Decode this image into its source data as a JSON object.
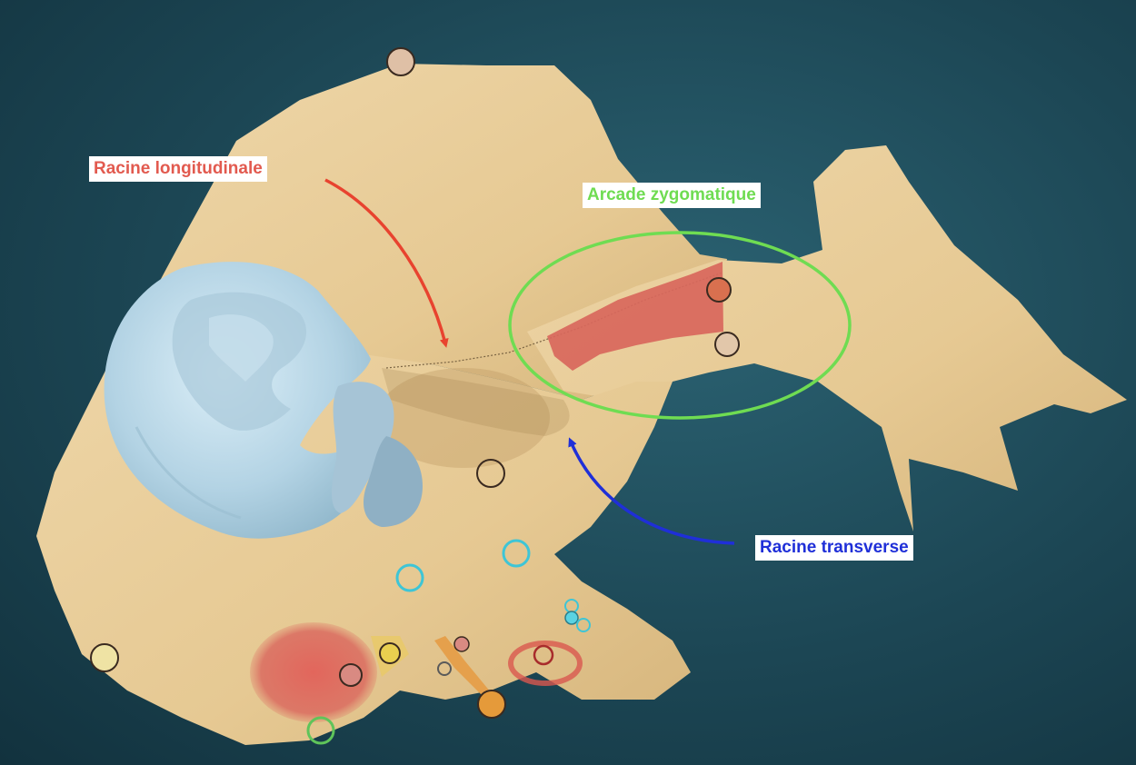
{
  "labels": {
    "longitudinal_root": "Racine longitudinale",
    "zygomatic_arch": "Arcade zygomatique",
    "transverse_root": "Racine transverse"
  },
  "colors": {
    "background": "#1c4654",
    "bone": "#ead1a0",
    "ear": "#b9d7e6",
    "muscle_highlight": "#d8675c",
    "longitudinal_root": "#e25a4f",
    "zygomatic_arch": "#6fdc52",
    "transverse_root": "#1f2fd8"
  },
  "icons": {
    "ear": "ear-icon",
    "markers": "marker-dot-icon"
  }
}
